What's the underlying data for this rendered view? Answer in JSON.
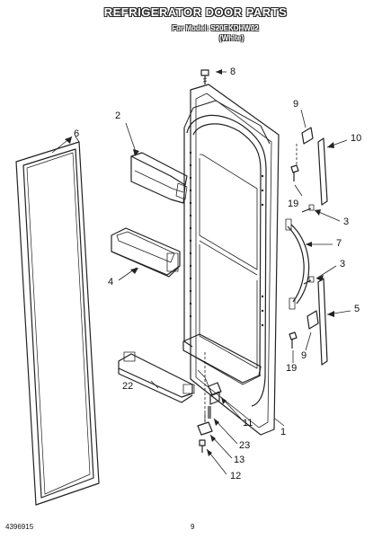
{
  "header": {
    "title": "REFRIGERATOR DOOR PARTS",
    "model_line": "For Model: S20EKDHW02",
    "color_line": "(White)"
  },
  "callouts": {
    "c1": "1",
    "c2": "2",
    "c3a": "3",
    "c3b": "3",
    "c4": "4",
    "c5": "5",
    "c6": "6",
    "c7": "7",
    "c8": "8",
    "c9a": "9",
    "c9b": "9",
    "c10": "10",
    "c11": "11",
    "c12": "12",
    "c13": "13",
    "c19a": "19",
    "c19b": "19",
    "c22": "22",
    "c23": "23"
  },
  "footer": {
    "doc_number": "4396915",
    "page": "9"
  }
}
